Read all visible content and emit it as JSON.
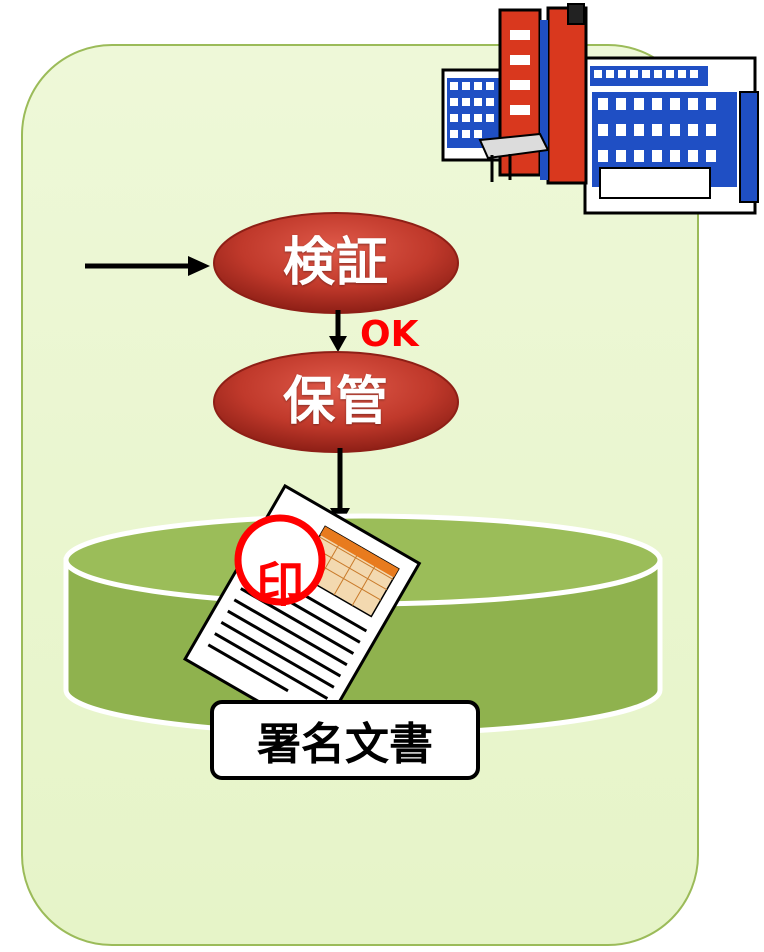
{
  "diagram": {
    "verify_label": "検証",
    "store_label": "保管",
    "ok_label": "OK",
    "seal_label": "印",
    "document_label": "署名文書"
  },
  "colors": {
    "panel_fill": "#ebf7d3",
    "panel_stroke": "#9bbb59",
    "node_fill": "#c0392b",
    "cylinder_fill": "#8fb24e",
    "ok_text": "#ff0000",
    "building_red": "#d9381e",
    "building_blue": "#1f4fc4"
  },
  "icons": [
    "hospital-building-icon",
    "signed-document-icon",
    "seal-icon"
  ]
}
